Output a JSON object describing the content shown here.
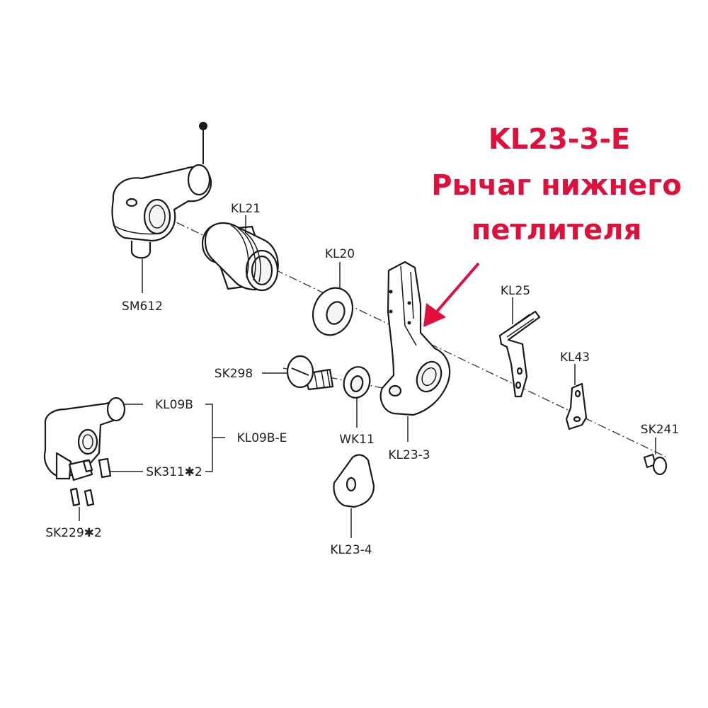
{
  "title": {
    "code": "KL23-3-E",
    "line2": "Рычаг нижнего",
    "line3": "петлителя",
    "color": "#e0103c"
  },
  "parts": {
    "sm612": "SM612",
    "kl21": "KL21",
    "kl20": "KL20",
    "kl25": "KL25",
    "kl43": "KL43",
    "sk241": "SK241",
    "sk298": "SK298",
    "wk11": "WK11",
    "kl23_3": "KL23-3",
    "kl23_4": "KL23-4",
    "kl09b": "KL09B",
    "kl09b_e": "KL09B-E",
    "sk311": "SK311✱2",
    "sk229": "SK229✱2"
  }
}
